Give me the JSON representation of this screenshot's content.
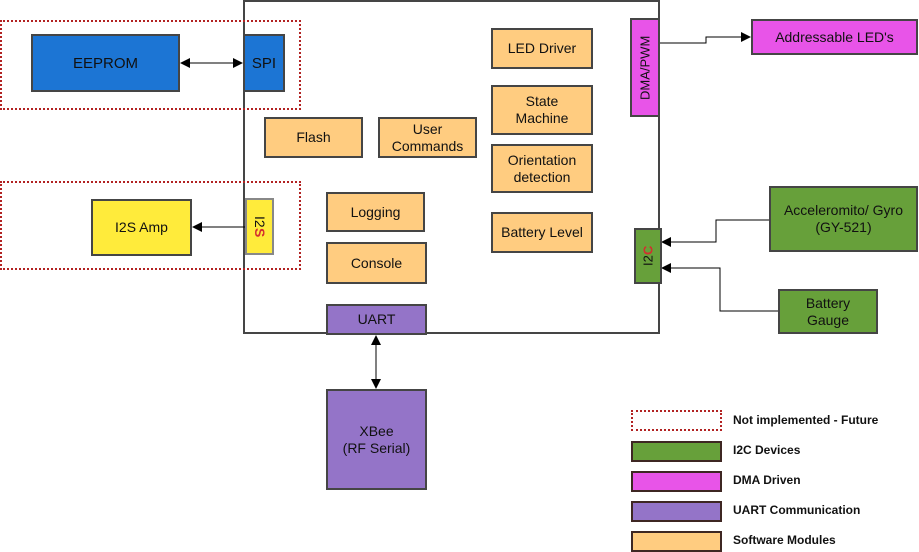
{
  "blocks": {
    "eeprom": "EEPROM",
    "spi": "SPI",
    "i2s_amp": "I2S Amp",
    "i2s_a": "I2",
    "i2s_b": "S",
    "flash": "Flash",
    "user_commands": "User\nCommands",
    "led_driver": "LED Driver",
    "state_machine": "State\nMachine",
    "orientation": "Orientation\ndetection",
    "battery_level": "Battery Level",
    "logging": "Logging",
    "console": "Console",
    "uart": "UART",
    "xbee": "XBee\n(RF Serial)",
    "dma_pwm": "DMA/PWM",
    "addressable_leds": "Addressable LED's",
    "i2c_a": "I2",
    "i2c_b": "C",
    "accel": "Acceleromito/ Gyro\n(GY-521)",
    "battery_gauge": "Battery\nGauge"
  },
  "legend": [
    {
      "label": "Not implemented - Future",
      "color": "#b22222"
    },
    {
      "label": "I2C Devices",
      "color": "#67a03a"
    },
    {
      "label": "DMA Driven",
      "color": "#e854e8"
    },
    {
      "label": "UART Communication",
      "color": "#9474c8"
    },
    {
      "label": "Software Modules",
      "color": "#ffcc80"
    }
  ],
  "colors": {
    "spi": "#1c75d4",
    "i2s": "#ffeb3b",
    "future_border": "#b22222"
  }
}
